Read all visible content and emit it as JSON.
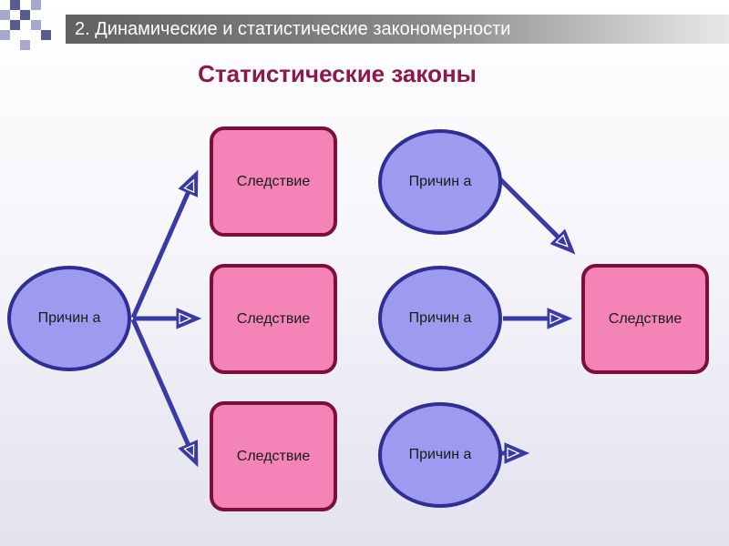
{
  "header": {
    "title": "2. Динамические и статистические закономерности"
  },
  "slide": {
    "heading": "Статистические законы"
  },
  "diagram": {
    "left_group": {
      "cause": "Причин а",
      "effects": [
        "Следствие",
        "Следствие",
        "Следствие"
      ]
    },
    "right_group": {
      "causes": [
        "Причин а",
        "Причин а",
        "Причин а"
      ],
      "effect": "Следствие"
    }
  },
  "colors": {
    "cause_fill": "#9d9bf0",
    "cause_stroke": "#2e2e93",
    "effect_fill": "#f484b8",
    "effect_stroke": "#7c0e3a",
    "arrow": "#3a3aa4",
    "heading": "#8b1a4a",
    "logo_dark": "#5b5b93",
    "logo_light": "#a8a8cf"
  }
}
